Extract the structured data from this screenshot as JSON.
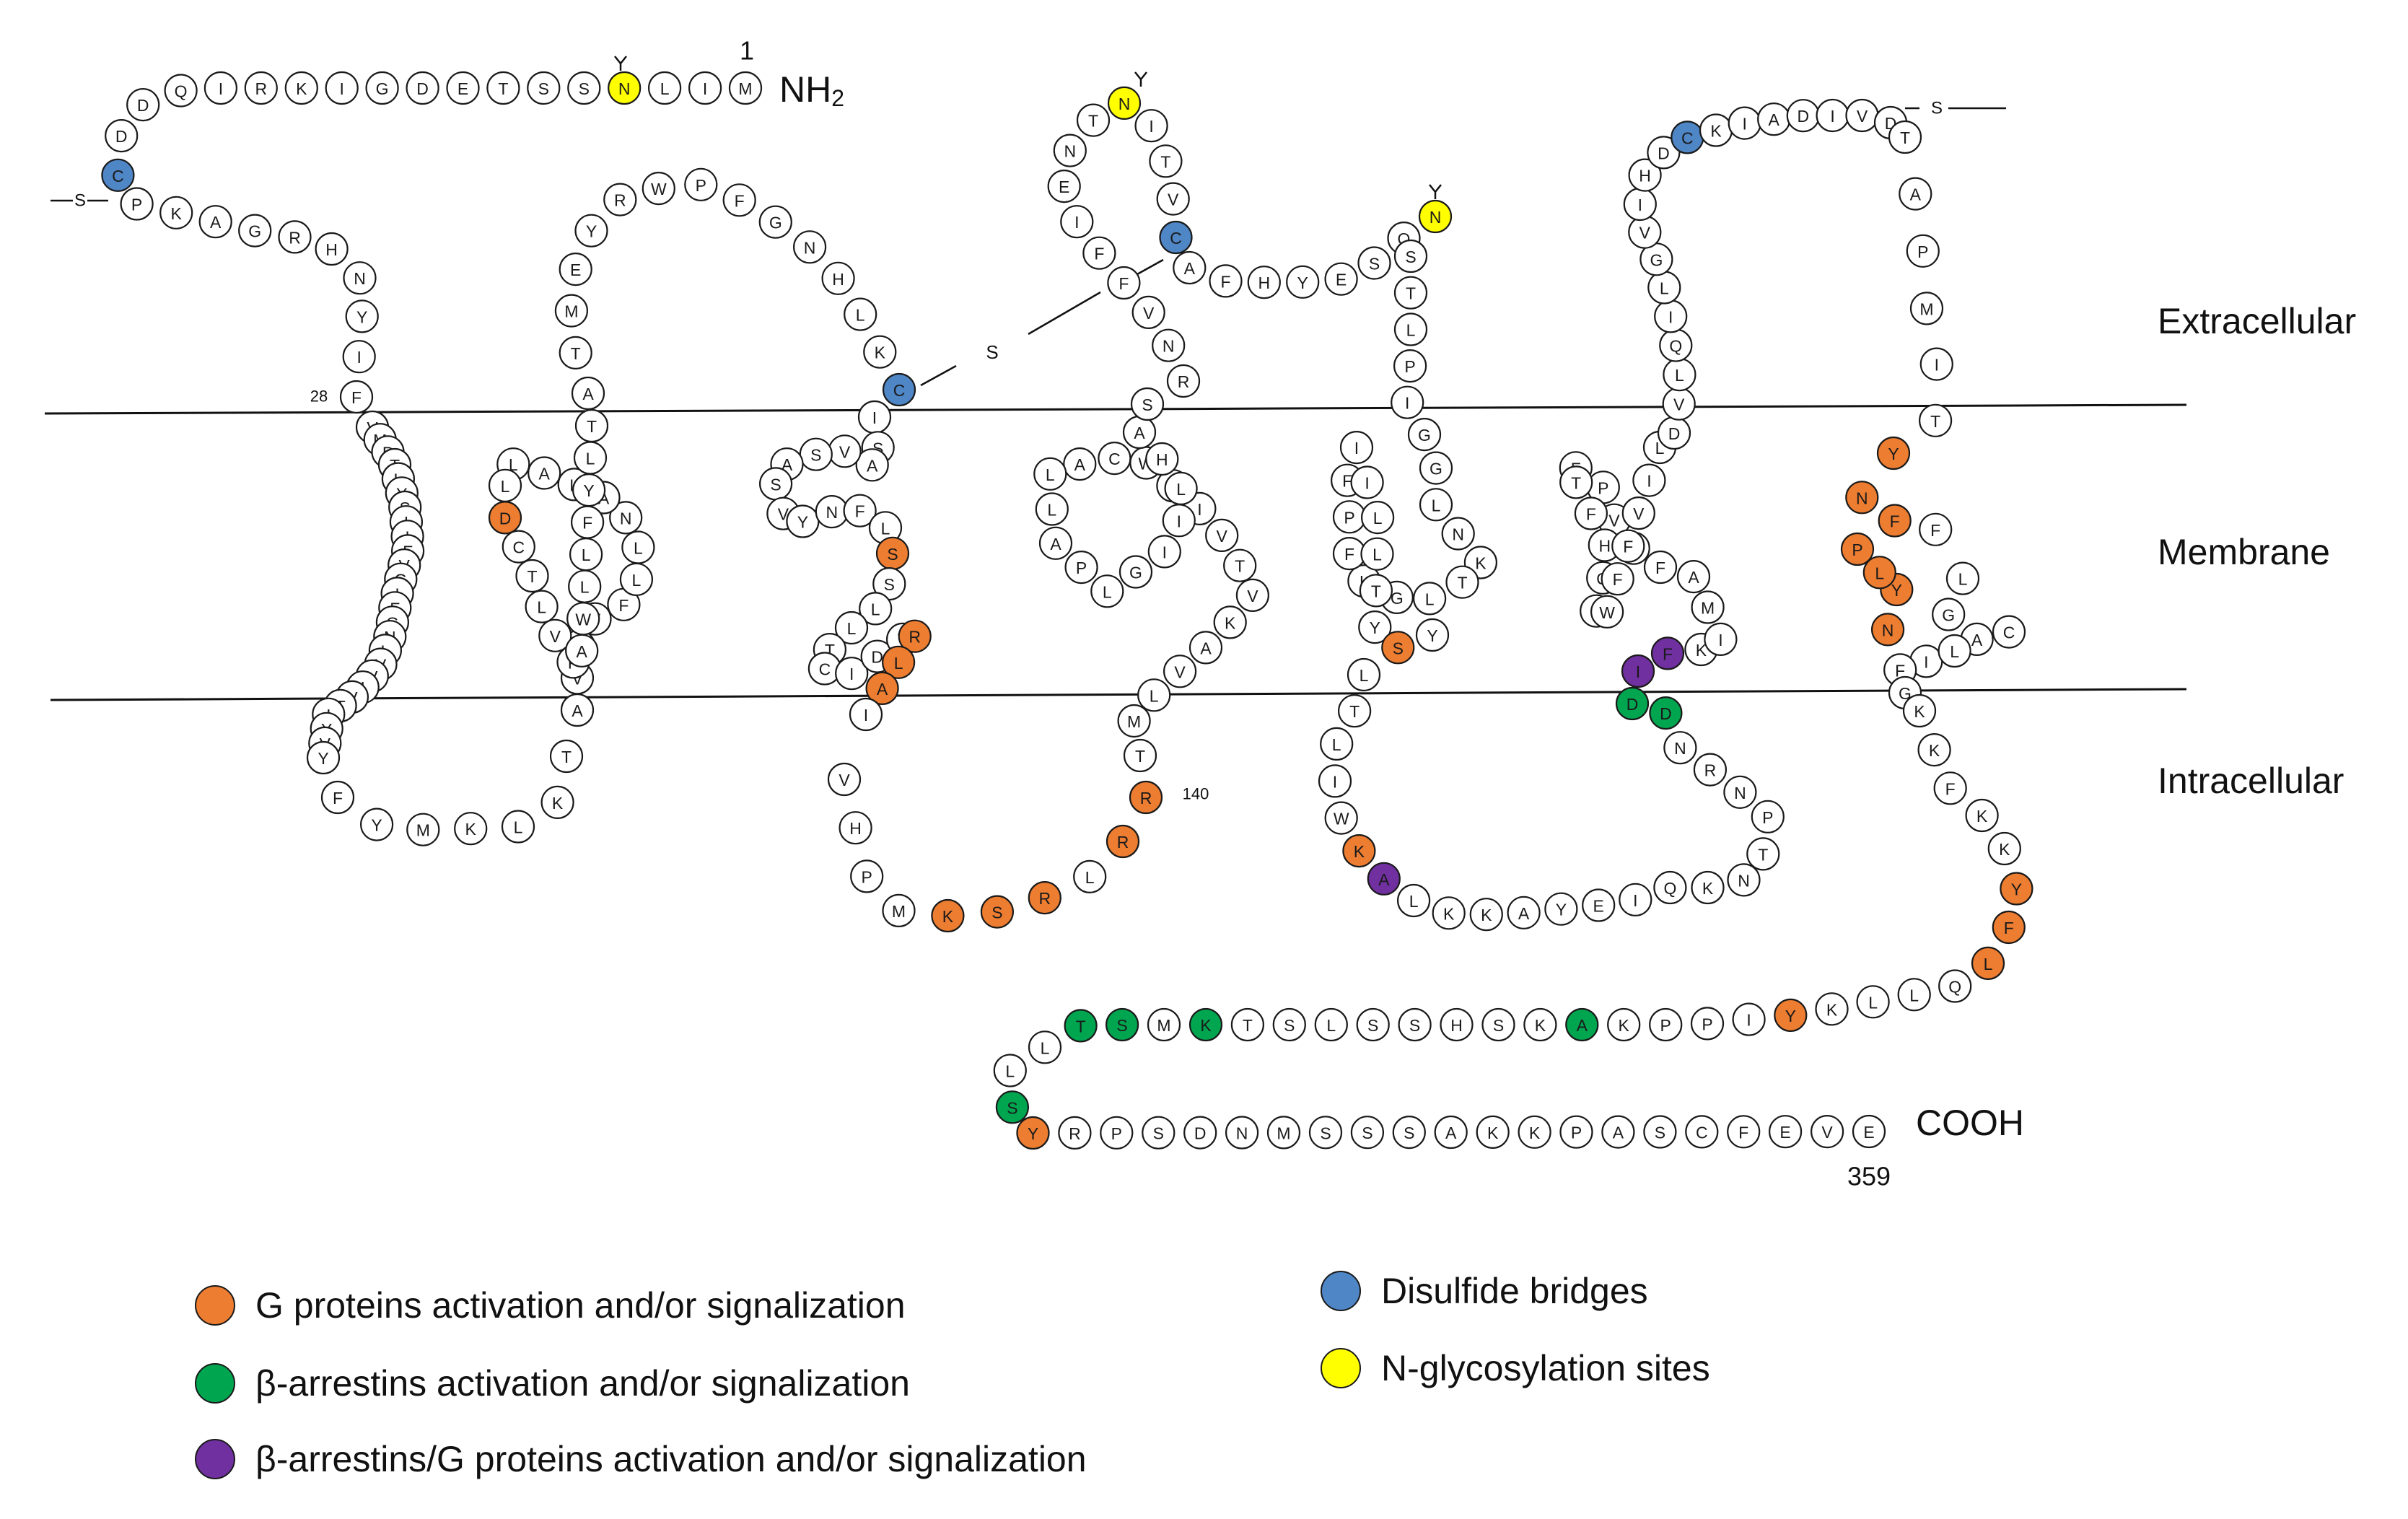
{
  "labels": {
    "nh2": "NH",
    "nh2_sub": "2",
    "cooh": "COOH",
    "num_1": "1",
    "num_28": "28",
    "num_140": "140",
    "num_359": "359",
    "extracellular": "Extracellular",
    "membrane": "Membrane",
    "intracellular": "Intracellular",
    "s": "S"
  },
  "colors": {
    "g_protein": "#ED7D31",
    "b_arrestin": "#00A550",
    "both": "#7030A0",
    "disulfide": "#4F86C6",
    "glyco": "#FFFF00",
    "none": "#FFFFFF"
  },
  "legend": [
    {
      "key": "g",
      "text": "G proteins activation and/or signalization"
    },
    {
      "key": "b",
      "text": "β-arrestins activation and/or signalization"
    },
    {
      "key": "p",
      "text": "β-arrestins/G proteins activation and/or signalization"
    },
    {
      "key": "c",
      "text": "Disulfide bridges"
    },
    {
      "key": "y",
      "text": "N-glycosylation sites"
    }
  ],
  "segments": [
    {
      "id": "nterm",
      "seq": "MILNSSTEDGIKRIQDDCPKAGRHNYIF",
      "hl": {
        "3": "y",
        "17": "c"
      }
    },
    {
      "id": "tm1",
      "seq": "VMPTLYSIIFVGIFGNLVVIVTIYVY",
      "hl": {}
    },
    {
      "id": "icl1",
      "seq": "FYMKLKT",
      "hl": {}
    },
    {
      "id": "tm2",
      "seq": "AVSVFLLNALALLDCTLVPAWLLFYLT",
      "hl": {
        "13": "g"
      }
    },
    {
      "id": "ecl1",
      "seq": "ATMEYRWPFGNHLKC",
      "hl": {
        "14": "c"
      }
    },
    {
      "id": "tm3",
      "seq": "ISAVSASVYNFLSSLLTCIDYRLAI",
      "hl": {
        "12": "g",
        "21": "g",
        "22": "g",
        "23": "g"
      }
    },
    {
      "id": "icl2",
      "seq": "VHPMKSRLRR",
      "hl": {
        "4": "g",
        "5": "g",
        "6": "g",
        "8": "g",
        "9": "g"
      }
    },
    {
      "id": "tm4",
      "seq": "TMLVAKVTVIIWCALLAPLGIILHAS",
      "hl": {}
    },
    {
      "id": "ecl2",
      "seq": "RNVFFIENTNITVCAFHYESQN",
      "hl": {
        "9": "y",
        "13": "c",
        "21": "y"
      }
    },
    {
      "id": "tm5",
      "seq": "STLPIGGLNKTLGLFPFIILLTYSY",
      "hl": {
        "23": "g"
      }
    },
    {
      "id": "icl3",
      "seq": "LTLIWKALKKAYEIQKNTPNRNDD",
      "hl": {
        "5": "g",
        "6": "p",
        "22": "b",
        "23": "b"
      }
    },
    {
      "id": "tm6",
      "seq": "IFKIMAFLVPFTFHQSWFFVIL",
      "hl": {
        "0": "p",
        "1": "p"
      }
    },
    {
      "id": "ecl3",
      "seq": "DVLQILGVIHDCKIADIVD",
      "hl": {
        "11": "c"
      }
    },
    {
      "id": "tm7",
      "seq": "TAPMITYNPYGLFFLNIACLFG",
      "hl": {
        "6": "g",
        "7": "g",
        "8": "g",
        "9": "g",
        "13": "g",
        "14": "g",
        "15": "g"
      }
    },
    {
      "id": "cterm",
      "seq": "KKFKKYFLQLLKYIPPKAKSHSSLSTKMSTLLSYRPSDNMSSSAKKPASCFEVE",
      "hl": {
        "5": "g",
        "6": "g",
        "7": "g",
        "12": "g",
        "17": "b",
        "26": "b",
        "28": "b",
        "29": "b",
        "32": "b",
        "33": "g"
      }
    }
  ]
}
